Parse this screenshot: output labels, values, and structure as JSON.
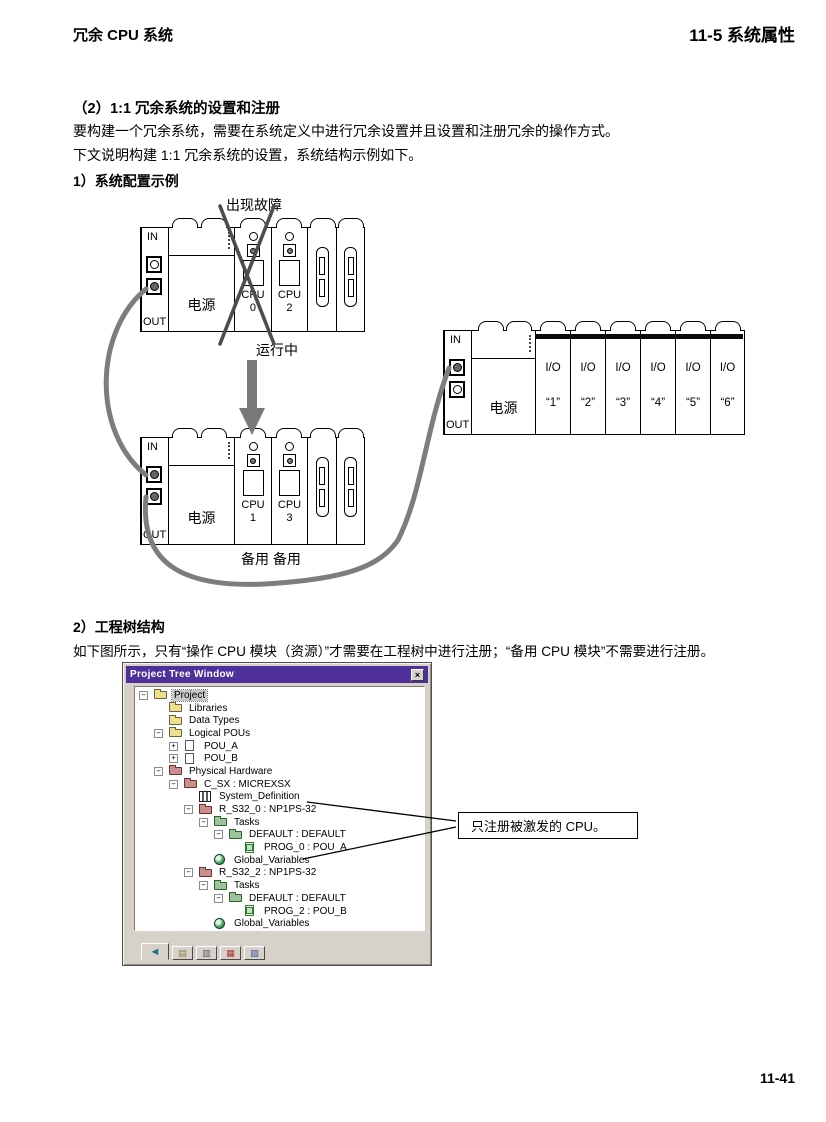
{
  "page": {
    "header_left": "冗余 CPU 系统",
    "header_right": "11-5 系统属性",
    "footer": "11-41"
  },
  "content": {
    "heading2": "（2）1:1 冗余系统的设置和注册",
    "para1": "要构建一个冗余系统，需要在系统定义中进行冗余设置并且设置和注册冗余的操作方式。",
    "para2": "下文说明构建 1:1 冗余系统的设置，系统结构示例如下。",
    "sub1": "1）系统配置示例",
    "sub2": "2）工程树结构",
    "para3": "如下图所示，只有“操作 CPU 模块（资源）”才需要在工程树中进行注册；“备用 CPU 模块”不需要进行注册。",
    "callout": "只注册被激发的 CPU。"
  },
  "diagram": {
    "fault_label": "出现故障",
    "running_label": "运行中",
    "standby_label": "备用 备用",
    "rack_top": {
      "in": "IN",
      "out": "OUT",
      "power": "电源",
      "cpu_left": "CPU\n0",
      "cpu_right": "CPU\n2"
    },
    "rack_bottom": {
      "in": "IN",
      "out": "OUT",
      "power": "电源",
      "cpu_left": "CPU\n1",
      "cpu_right": "CPU\n3"
    },
    "rack_io": {
      "in": "IN",
      "out": "OUT",
      "power": "电源",
      "modules": [
        {
          "io": "I/O",
          "num": "“1”"
        },
        {
          "io": "I/O",
          "num": "“2”"
        },
        {
          "io": "I/O",
          "num": "“3”"
        },
        {
          "io": "I/O",
          "num": "“4”"
        },
        {
          "io": "I/O",
          "num": "“5”"
        },
        {
          "io": "I/O",
          "num": "“6”"
        }
      ]
    }
  },
  "ptw": {
    "title": "Project Tree Window",
    "tree": [
      {
        "label": "Project"
      },
      {
        "label": "Libraries"
      },
      {
        "label": "Data Types"
      },
      {
        "label": "Logical POUs"
      },
      {
        "label": "POU_A"
      },
      {
        "label": "POU_B"
      },
      {
        "label": "Physical Hardware"
      },
      {
        "label": "C_SX : MICREXSX"
      },
      {
        "label": "System_Definition"
      },
      {
        "label": "R_S32_0 : NP1PS-32"
      },
      {
        "label": "Tasks"
      },
      {
        "label": "DEFAULT : DEFAULT"
      },
      {
        "label": "PROG_0 : POU_A"
      },
      {
        "label": "Global_Variables"
      },
      {
        "label": "R_S32_2 : NP1PS-32"
      },
      {
        "label": "Tasks"
      },
      {
        "label": "DEFAULT : DEFAULT"
      },
      {
        "label": "PROG_2 : POU_B"
      },
      {
        "label": "Global_Variables"
      }
    ]
  },
  "icons": {
    "minus": "−",
    "plus": "+",
    "close": "×",
    "tab_nav": "◄",
    "tab_doc": "▤",
    "tab_book": "▥",
    "tab_grid": "▦",
    "tab_sheet": "▧"
  },
  "colors": {
    "title_bar": "#4f2f99",
    "window_chrome": "#d6d2ca",
    "cable_gray": "#7d7d7d"
  }
}
